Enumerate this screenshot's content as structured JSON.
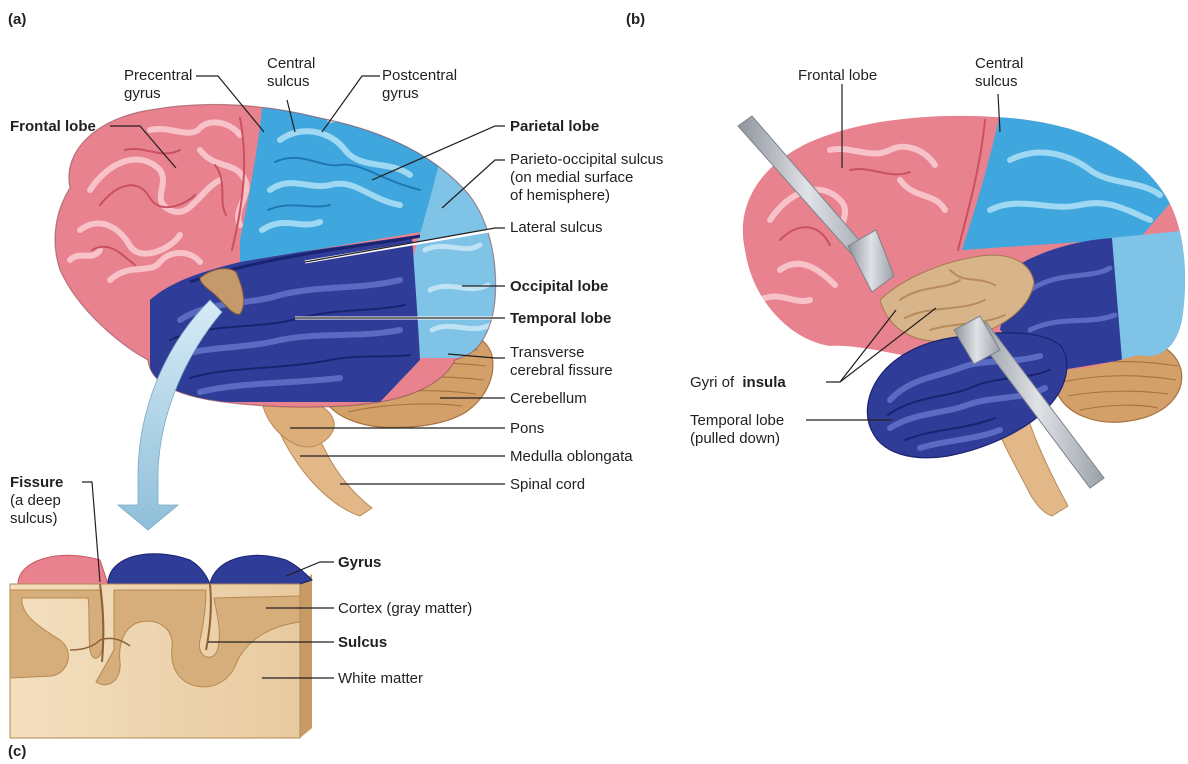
{
  "panels": {
    "a": "(a)",
    "b": "(b)",
    "c": "(c)"
  },
  "labels_a": {
    "precentral_1": "Precentral",
    "precentral_2": "gyrus",
    "central_1": "Central",
    "central_2": "sulcus",
    "postcentral_1": "Postcentral",
    "postcentral_2": "gyrus",
    "frontal": "Frontal lobe",
    "parietal": "Parietal lobe",
    "po_1": "Parieto-occipital sulcus",
    "po_2": "(on medial surface",
    "po_3": "of hemisphere)",
    "lateral": "Lateral sulcus",
    "occipital": "Occipital lobe",
    "temporal": "Temporal lobe",
    "tcf_1": "Transverse",
    "tcf_2": "cerebral fissure",
    "cerebellum": "Cerebellum",
    "pons": "Pons",
    "medulla": "Medulla oblongata",
    "spinal": "Spinal cord"
  },
  "labels_b": {
    "frontal": "Frontal lobe",
    "central_1": "Central",
    "central_2": "sulcus",
    "insula_pre": "Gyri of",
    "insula": "insula",
    "temporal_1": "Temporal lobe",
    "temporal_2": "(pulled down)"
  },
  "labels_c": {
    "fissure": "Fissure",
    "fissure_2": "(a deep",
    "fissure_3": "sulcus)",
    "gyrus": "Gyrus",
    "cortex": "Cortex (gray matter)",
    "sulcus": "Sulcus",
    "white": "White matter"
  },
  "colors": {
    "frontal": "#e9828f",
    "frontal_light": "#f7c3c8",
    "frontal_dark": "#c9515f",
    "parietal": "#3fa7dd",
    "parietal_light": "#9fd8f2",
    "parietal_dark": "#1f77b4",
    "temporal": "#2f3d98",
    "temporal_light": "#5b6bc2",
    "temporal_dark": "#1a2370",
    "occipital": "#7fc3e6",
    "occipital_light": "#bfe3f4",
    "cerebellum": "#d2a068",
    "cerebellum_dark": "#a8723f",
    "brainstem": "#e3b888",
    "insula": "#d8b48a",
    "gray_matter": "#d6ae7b",
    "white_matter": "#f1dcbb",
    "retractor": "#b9bec6",
    "arrow": "#a9cfe4"
  },
  "icons": {
    "retractor": "surgical-retractor-icon",
    "arrow": "curved-arrow-icon"
  }
}
